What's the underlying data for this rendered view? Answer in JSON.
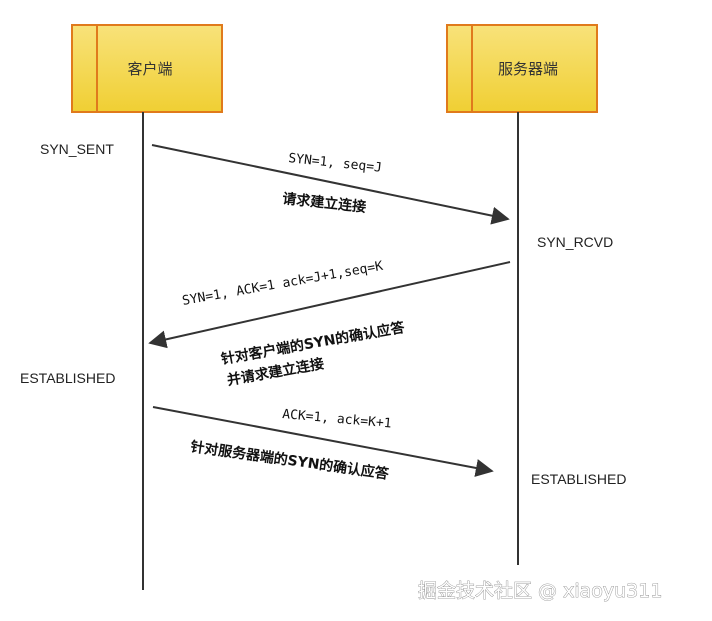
{
  "actors": {
    "client": {
      "label": "客户端"
    },
    "server": {
      "label": "服务器端"
    }
  },
  "states": {
    "client_syn_sent": "SYN_SENT",
    "server_syn_rcvd": "SYN_RCVD",
    "client_established": "ESTABLISHED",
    "server_established": "ESTABLISHED"
  },
  "messages": {
    "first": {
      "code": "SYN=1, seq=J",
      "desc": "请求建立连接"
    },
    "second": {
      "code": "SYN=1, ACK=1   ack=J+1,seq=K",
      "desc_line1": "针对客户端的SYN的确认应答",
      "desc_line2": "并请求建立连接"
    },
    "third": {
      "code": "ACK=1, ack=K+1",
      "desc": "针对服务器端的SYN的确认应答"
    }
  },
  "watermark": "掘金技术社区 @ xiaoyu311",
  "colors": {
    "actor_fill": "#f2d33a",
    "actor_fill_light": "#f8e27a",
    "actor_stroke": "#e07a1c",
    "line": "#333333"
  }
}
